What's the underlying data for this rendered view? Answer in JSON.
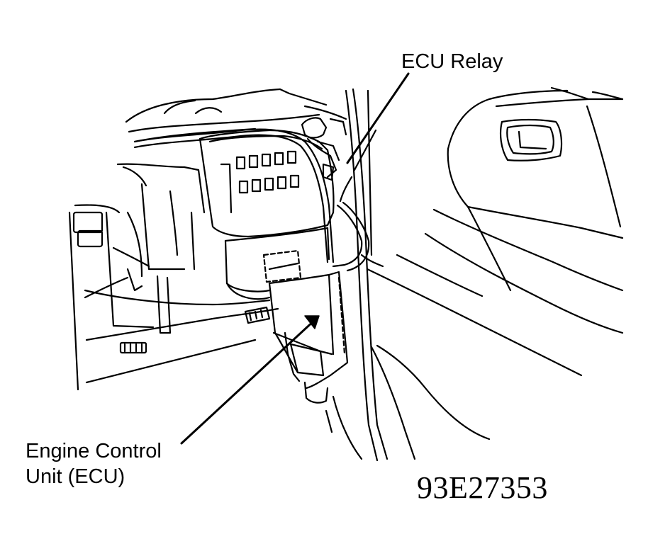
{
  "labels": {
    "ecu_relay": "ECU Relay",
    "ecu_line1": "Engine Control",
    "ecu_line2": "Unit (ECU)"
  },
  "figure_id": "93E27353",
  "colors": {
    "ink": "#000000",
    "paper": "#ffffff"
  }
}
